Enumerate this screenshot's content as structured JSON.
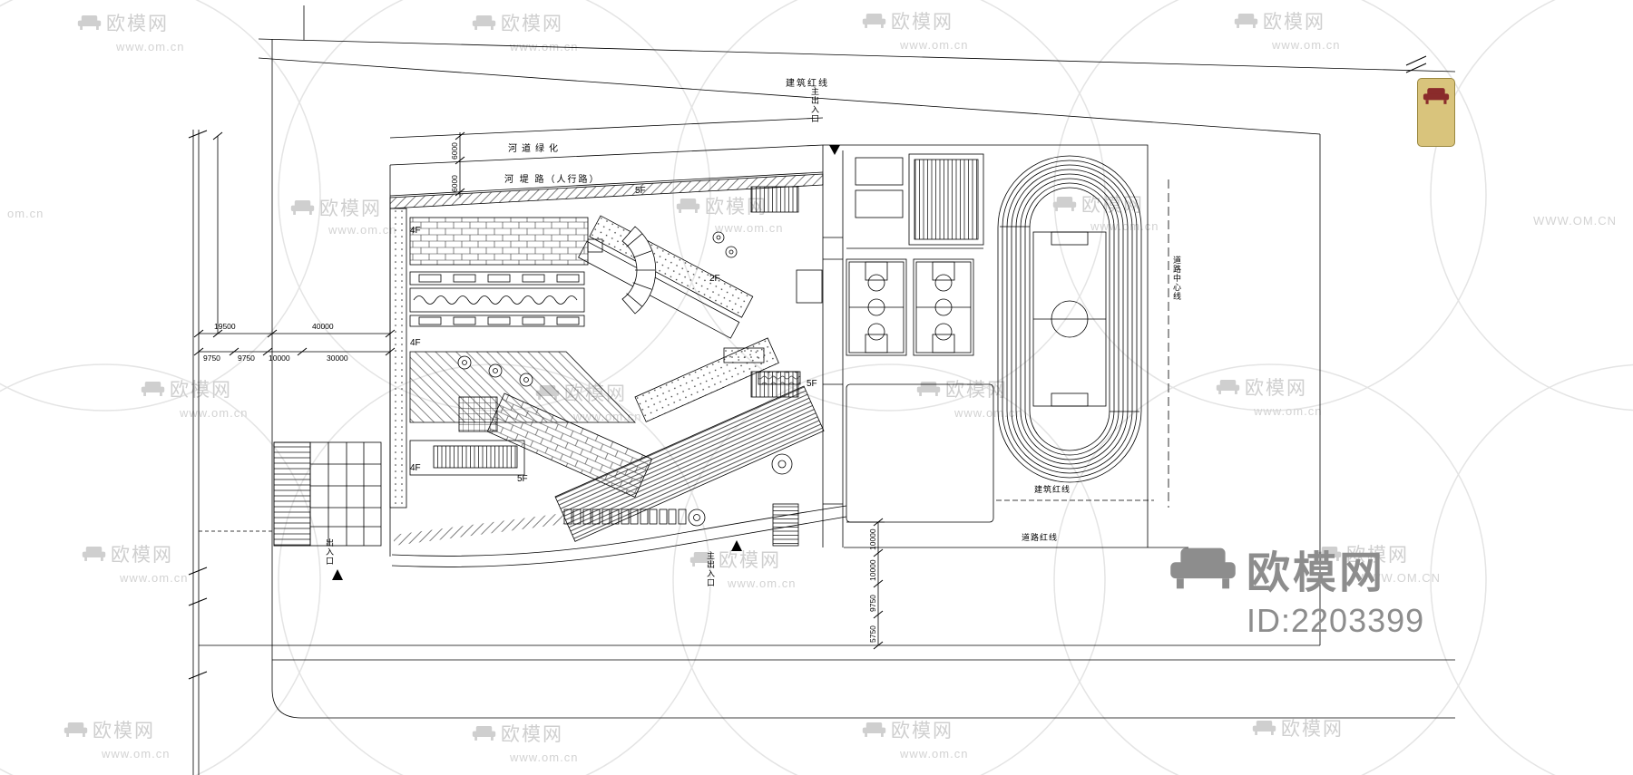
{
  "watermark": {
    "brand": "欧模网",
    "url": "www.om.cn",
    "url_caps": "WWW.OM.CN",
    "url_short": "om.cn"
  },
  "logo": {
    "brand": "欧模网",
    "id": "ID:2203399"
  },
  "plan": {
    "annotations": {
      "building_red_line_top": "建筑红线",
      "river_greening": "河道绿化",
      "river_road": "河 堤 路（人行路）",
      "building_red_line_bottom": "建筑红线",
      "road_red_line": "道路红线",
      "road_center_line": "道路中心线",
      "main_entrance_top": "主出入口",
      "main_entrance_bottom": "主出入口",
      "side_entrance": "出入口"
    },
    "floor_labels": {
      "f2": "2F",
      "f4": "4F",
      "f5": "5F"
    },
    "dimensions": {
      "top": [
        "6000",
        "6000"
      ],
      "left_row1": [
        "19500",
        "40000"
      ],
      "left_row2": [
        "9750",
        "9750",
        "10000",
        "30000"
      ],
      "bottom": [
        "10000",
        "10000",
        "9750",
        "5750"
      ]
    }
  }
}
